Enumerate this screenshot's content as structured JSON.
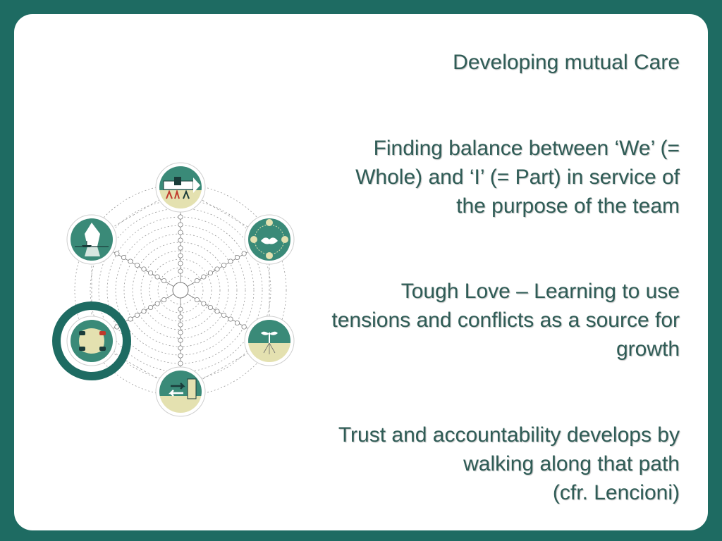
{
  "slide": {
    "colors": {
      "background": "#1e6b62",
      "text": "#2f5c56",
      "accent": "#1e6b62",
      "icon_green": "#3a8a78",
      "icon_sand": "#e4e1b0"
    },
    "blocks": [
      {
        "lines": [
          "Developing mutual Care"
        ]
      },
      {
        "lines": [
          "Finding balance between ‘We’ (=",
          "Whole) and ‘I’ (= Part) in service of",
          "the purpose of the team"
        ]
      },
      {
        "lines": [
          "Tough Love – Learning to use",
          "tensions and conflicts as a source for",
          "growth"
        ]
      },
      {
        "lines": [
          "Trust and accountability develops by",
          "walking along that path",
          "(cfr. Lencioni)"
        ]
      }
    ],
    "wheel": {
      "spokes": 6,
      "steps_per_spoke": 10,
      "highlighted_icon": "team-hands-icon",
      "icons": [
        "flag-goal-icon",
        "handshake-values-icon",
        "growing-plant-icon",
        "exit-door-icon",
        "team-hands-icon",
        "iceberg-icon"
      ]
    }
  }
}
